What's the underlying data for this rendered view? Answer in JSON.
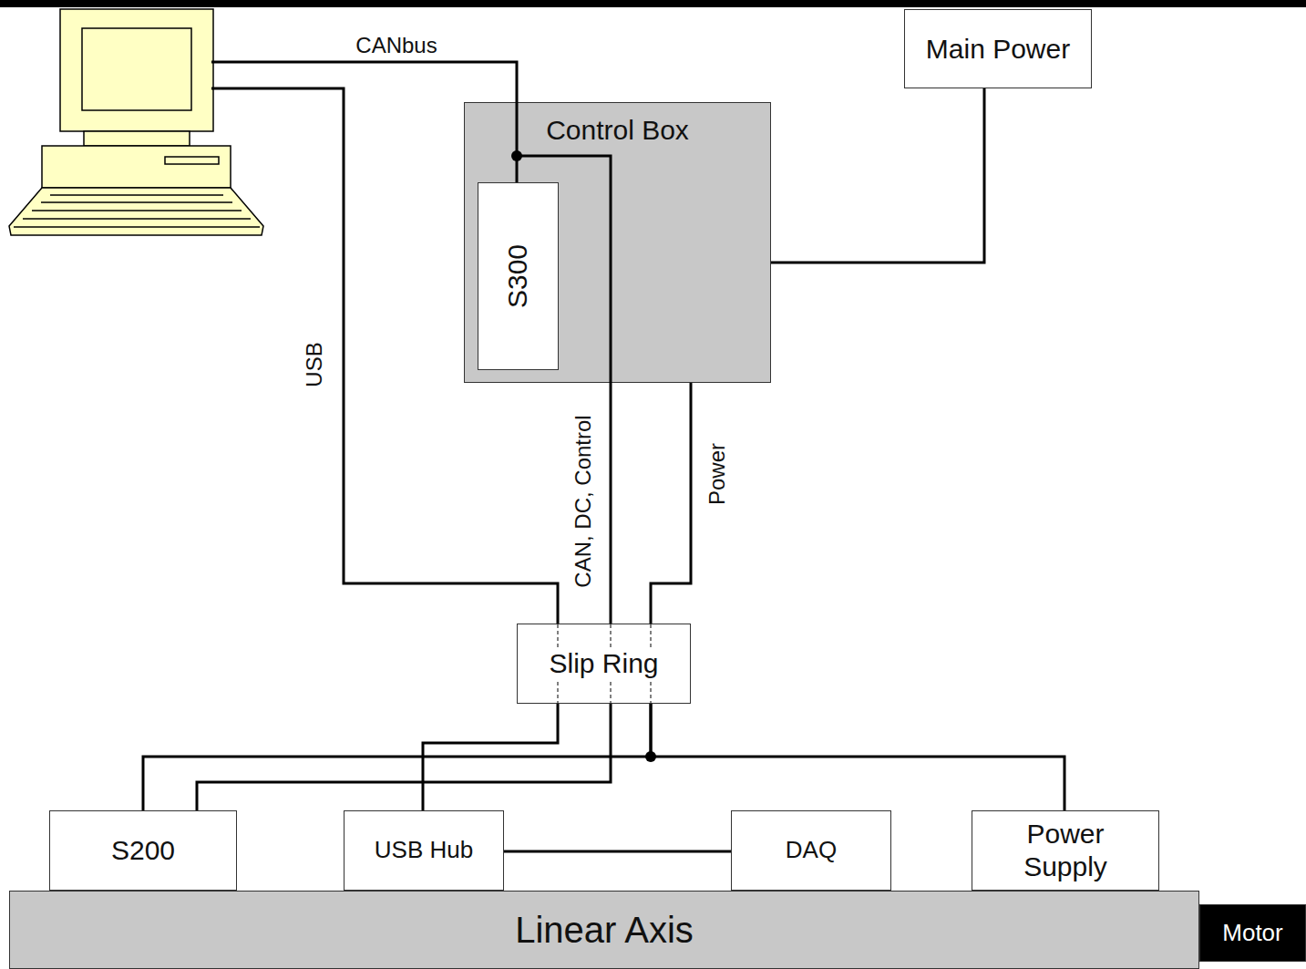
{
  "diagram": {
    "nodes": [
      {
        "text": [
          "Control Box"
        ]
      },
      {
        "text": [
          "S300"
        ],
        "in": 0
      },
      {
        "text": [
          "Main Power"
        ]
      },
      {
        "text": [
          "Slip Ring"
        ]
      },
      {
        "text": [
          "S200"
        ]
      },
      {
        "text": [
          "USB Hub"
        ]
      },
      {
        "text": [
          "DAQ"
        ]
      },
      {
        "text": [
          "Power Supply"
        ]
      },
      {
        "text": [
          "Linear Axis"
        ]
      },
      {
        "text": [
          "Motor"
        ]
      }
    ],
    "edges": [
      {
        "from": 2,
        "to": 0,
        "arrow": "none"
      },
      {
        "from": 1,
        "to": 3,
        "label": "CAN, DC, Control",
        "arrow": "none"
      },
      {
        "from": 0,
        "to": 3,
        "label": "Power",
        "arrow": "none"
      },
      {
        "from": 3,
        "to": 4,
        "arrow": "none"
      },
      {
        "from": 3,
        "to": 5,
        "arrow": "none"
      },
      {
        "from": 3,
        "to": 4,
        "arrow": "none"
      },
      {
        "from": 3,
        "to": 7,
        "arrow": "none"
      },
      {
        "from": 5,
        "to": 6,
        "arrow": "none"
      }
    ],
    "labels": [
      "CANbus",
      "USB"
    ]
  }
}
